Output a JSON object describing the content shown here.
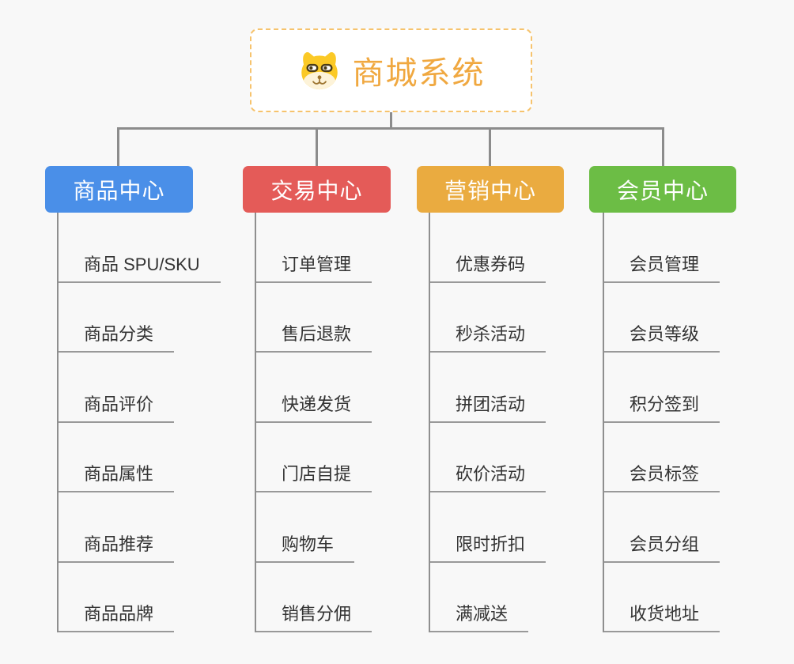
{
  "page": {
    "background": "#f8f8f8",
    "connector_color": "#8c8c8c"
  },
  "root": {
    "title": "商城系统",
    "icon": "dog-face-icon",
    "text_color": "#f0a840",
    "border_color": "#f6c36d"
  },
  "branches": [
    {
      "label": "商品中心",
      "color": "#4a8fe8",
      "items": [
        "商品 SPU/SKU",
        "商品分类",
        "商品评价",
        "商品属性",
        "商品推荐",
        "商品品牌"
      ]
    },
    {
      "label": "交易中心",
      "color": "#e45b58",
      "items": [
        "订单管理",
        "售后退款",
        "快递发货",
        "门店自提",
        "购物车",
        "销售分佣"
      ]
    },
    {
      "label": "营销中心",
      "color": "#eaab40",
      "items": [
        "优惠券码",
        "秒杀活动",
        "拼团活动",
        "砍价活动",
        "限时折扣",
        "满减送"
      ]
    },
    {
      "label": "会员中心",
      "color": "#6cbd45",
      "items": [
        "会员管理",
        "会员等级",
        "积分签到",
        "会员标签",
        "会员分组",
        "收货地址"
      ]
    }
  ]
}
